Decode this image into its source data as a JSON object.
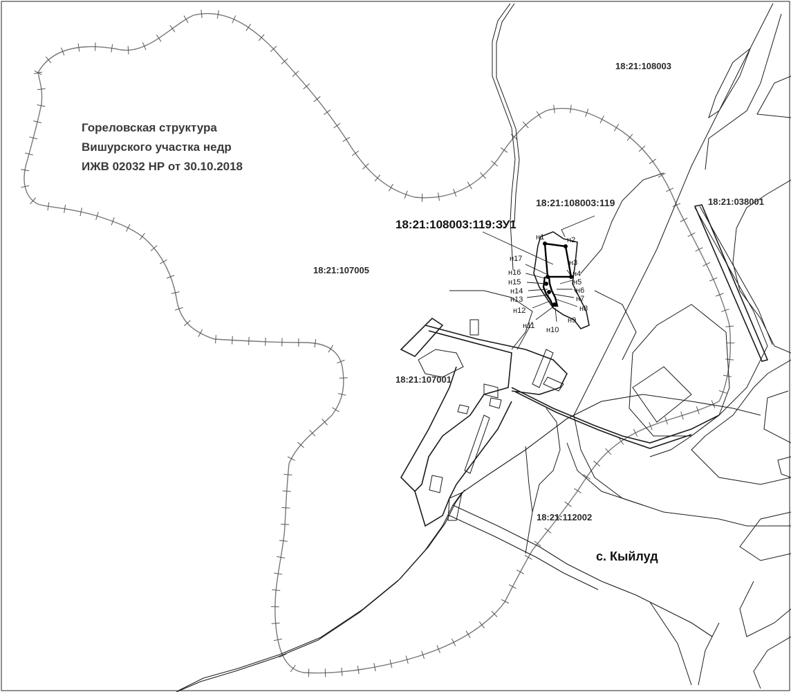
{
  "license_area": {
    "line1": "Гореловская структура",
    "line2": "Вишурского участка недр",
    "line3": "ИЖВ 02032 НР от 30.10.2018"
  },
  "quarters": {
    "q108003": "18:21:108003",
    "q038001": "18:21:038001",
    "q107005": "18:21:107005",
    "q107001": "18:21:107001",
    "q112002": "18:21:112002"
  },
  "parcels": {
    "existing": "18:21:108003:119",
    "new": "18:21:108003:119:ЗУ1"
  },
  "settlement": "с. Кыйлуд",
  "points": [
    "н1",
    "н2",
    "н3",
    "н4",
    "н5",
    "н6",
    "н7",
    "н8",
    "н9",
    "н10",
    "н11",
    "н12",
    "н13",
    "н14",
    "н15",
    "н16",
    "н17"
  ]
}
